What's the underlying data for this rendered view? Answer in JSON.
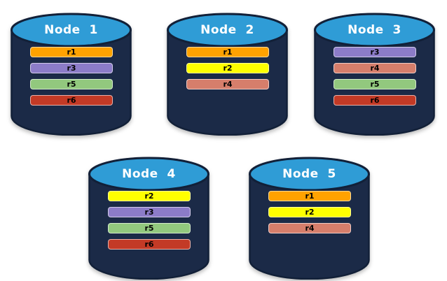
{
  "diagram": {
    "kind": "database-replication-diagram"
  },
  "palette": {
    "background": "#FFFFFF",
    "cylinder_body": "#1B2A47",
    "cylinder_outline": "#122038",
    "cylinder_top": "#2F9CD6",
    "title_color": "#FFFFFF",
    "replica_label_color": "#000000",
    "replica_colors": {
      "r1": "#FFA200",
      "r2": "#FFFF00",
      "r3": "#8C7CC8",
      "r4": "#D67E6B",
      "r5": "#92C87E",
      "r6": "#C33A26"
    }
  },
  "nodes": [
    {
      "label": "Node  1",
      "replicas": [
        "r1",
        "r3",
        "r5",
        "r6"
      ]
    },
    {
      "label": "Node  2",
      "replicas": [
        "r1",
        "r2",
        "r4"
      ]
    },
    {
      "label": "Node  3",
      "replicas": [
        "r3",
        "r4",
        "r5",
        "r6"
      ]
    },
    {
      "label": "Node  4",
      "replicas": [
        "r2",
        "r3",
        "r5",
        "r6"
      ]
    },
    {
      "label": "Node  5",
      "replicas": [
        "r1",
        "r2",
        "r4"
      ]
    }
  ]
}
